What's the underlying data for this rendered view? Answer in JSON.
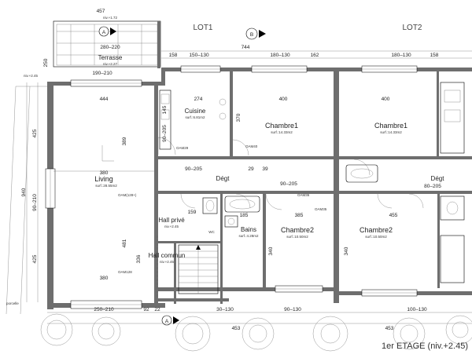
{
  "header": {
    "lot1": "LOT1",
    "lot2": "LOT2",
    "section_b": "B",
    "section_a": "A"
  },
  "footer": {
    "title": "1er ETAGE (niv.+2.45)"
  },
  "rooms": {
    "terrasse": {
      "name": "Terrasse",
      "level": "niv.+2.27"
    },
    "cuisine": {
      "name": "Cuisine",
      "area": "surf.:6.81m2"
    },
    "chambre1": {
      "name": "Chambre1",
      "area": "surf.:14.33m2"
    },
    "chambre1_lot2": {
      "name": "Chambre1",
      "area": "surf.:14.33m2"
    },
    "living": {
      "name": "Living",
      "area": "surf.:28.55m2"
    },
    "hall_prive": {
      "name": "Hall privé",
      "level": "niv.+2.45"
    },
    "hall_commun": {
      "name": "Hall commun",
      "level": "niv.+2.45"
    },
    "bains": {
      "name": "Bains",
      "area": "surf.:4.28m2"
    },
    "chambre2": {
      "name": "Chambre2",
      "area": "surf.:10.50m2"
    },
    "chambre2_lot2": {
      "name": "Chambre2",
      "area": "surf.:10.50m2"
    },
    "degt": {
      "name": "Dégt"
    },
    "degt_lot2": {
      "name": "Dégt"
    },
    "wc": {
      "name": "WC"
    }
  },
  "dims": {
    "top_457": "457",
    "top_280_220": "280–220",
    "top_190_210": "190–210",
    "top_744": "744",
    "top_158_left": "158",
    "top_150_130": "150–130",
    "top_180_130": "180–130",
    "top_162": "162",
    "top_158_right": "158",
    "top_180_130_lot2": "180–130",
    "d_444": "444",
    "d_274": "274",
    "d_400": "400",
    "d_400_lot2": "400",
    "d_380_top": "380",
    "d_380_bottom": "380",
    "d_385": "385",
    "d_185": "185",
    "d_455": "455",
    "d_940": "940",
    "d_425_top": "425",
    "d_425_bottom": "425",
    "d_90_210": "90–210",
    "d_250": "250",
    "d_145": "145",
    "d_90_205_a": "90–205",
    "d_90_205_b": "90–205",
    "d_90_205_c": "90–205",
    "d_80_205": "80–205",
    "d_370": "370",
    "d_340": "340",
    "d_340_lot2": "340",
    "d_481": "481",
    "d_336": "336",
    "d_159": "159",
    "d_29": "29",
    "d_39": "39",
    "bot_250_210": "250–210",
    "bot_92": "92",
    "bot_453_left": "453",
    "bot_453_right": "453",
    "bot_90_130": "90–130",
    "bot_100_130": "100–130",
    "bot_30_130": "30–130",
    "bot_22": "22"
  },
  "tags": {
    "oam_living": "OAM(128+)",
    "oam_hall": "OAM128",
    "oam_cuisine": "OAM29",
    "oam_ch1": "OAM40",
    "oam_ch2": "OAM35",
    "oam_bains": "OAM36",
    "level_left": "niv.+2.45",
    "porcelle": "porcelle",
    "niv_172": "niv.+1.72"
  }
}
